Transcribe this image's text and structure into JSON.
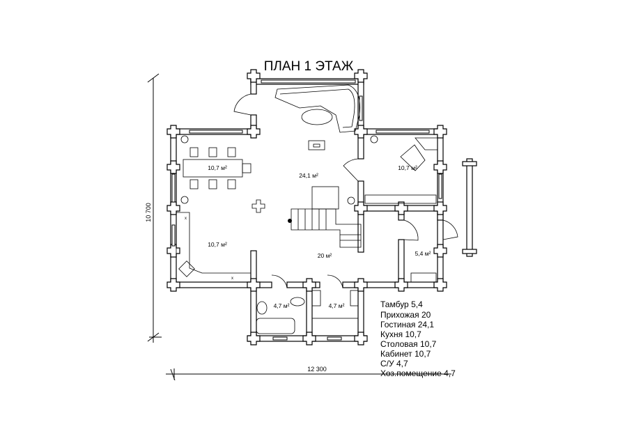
{
  "title": "ПЛАН 1 ЭТАЖ",
  "dimensions": {
    "height": "10 700",
    "width": "12 300"
  },
  "rooms": {
    "dining": "10,7 м²",
    "living": "24,1 м²",
    "study": "10,7 м²",
    "kitchen": "10,7 м²",
    "hall": "20 м²",
    "vestibule": "5,4 м²",
    "bathroom": "4,7 м²",
    "utility": "4,7 м²"
  },
  "legend": [
    "Тамбур 5,4",
    "Прихожая 20",
    "Гостиная 24,1",
    "Кухня 10,7",
    "Столовая 10,7",
    "Кабинет 10,7",
    "С/У 4,7",
    "Хоз.помещение 4,7"
  ]
}
